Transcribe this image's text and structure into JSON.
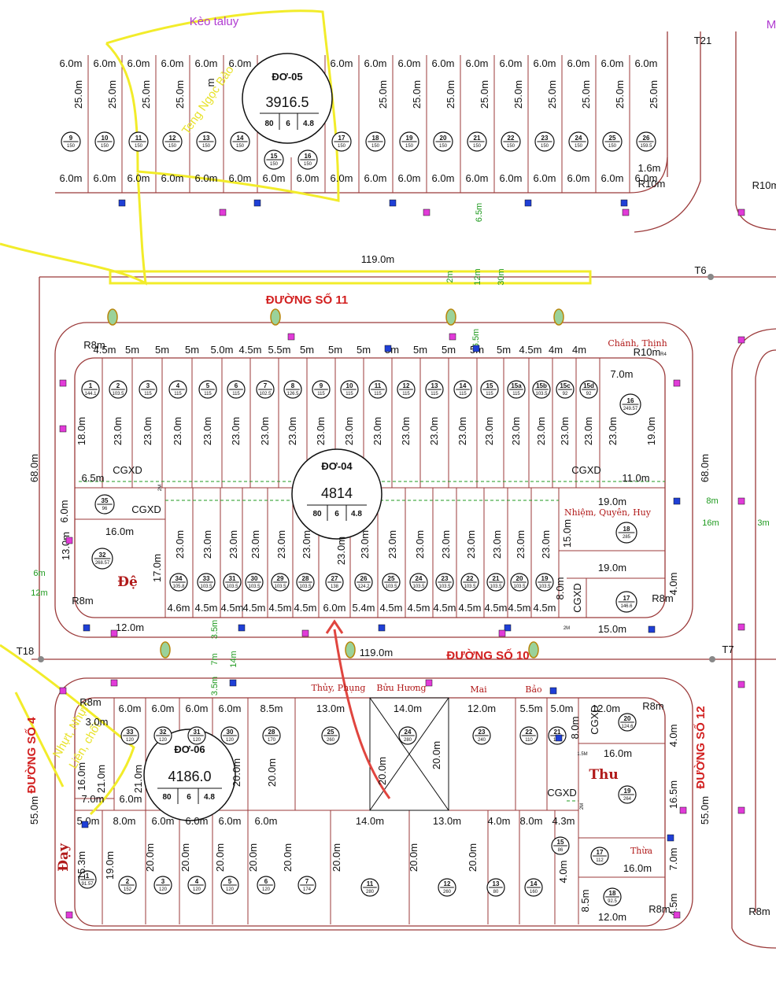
{
  "labels": {
    "top_annotation": "Kèo taluy",
    "handwrite_top": "Teng Ngọc Bảo",
    "road_11": "ĐƯỜNG SỐ 11",
    "road_10": "ĐƯỜNG SỐ 10",
    "road_4": "ĐƯỜNG SỐ 4",
    "road_12": "ĐƯỜNG SỐ 12",
    "hand_left": "Nhựt, Nhựn",
    "hand_left2": "Liên, chốt",
    "t21": "T21",
    "t6": "T6",
    "t7": "T7",
    "t18": "T18",
    "m_corner": "M",
    "dim_119_top": "119.0m",
    "dim_119_mid": "119.0m",
    "dim_68_left": "68.0m",
    "dim_68_right": "68.0m",
    "dim_55_left": "55.0m",
    "dim_55_right": "55.0m",
    "green_65a": "6.5m",
    "green_65b": "6.5m",
    "green_2m": "2m",
    "green_12m": "12m",
    "green_30m": "30m",
    "green_8m": "8m",
    "green_16m": "16m",
    "green_3m": "3m",
    "green_6m": "6m",
    "green_12m_left": "12m",
    "green_35a": "3.5m",
    "green_7m": "7m",
    "green_14m": "14m",
    "green_35b": "3.5m",
    "cgxd": "CGXD",
    "r8m": "R8m",
    "r10m": "R10m",
    "r4": "R4",
    "m2": "2M",
    "m15": "1.5M"
  },
  "owners": {
    "chanh_thinh": "Chánh, Thịnh",
    "nhiem_quyen_huy": "Nhiệm, Quyên, Huy",
    "de": "Đệ",
    "thuy_phung": "Thủy, Phụng",
    "buu_huong": "Bửu Hương",
    "mai": "Mai",
    "bao": "Bảo",
    "thu": "Thu",
    "thua": "Thừa",
    "day": "Đạy"
  },
  "blocks": [
    {
      "code": "ĐƠ-05",
      "area": "3916.5",
      "a": "80",
      "b": "6",
      "c": "4.8"
    },
    {
      "code": "ĐƠ-04",
      "area": "4814",
      "a": "80",
      "b": "6",
      "c": "4.8"
    },
    {
      "code": "ĐƠ-06",
      "area": "4186.0",
      "a": "80",
      "b": "6",
      "c": "4.8"
    }
  ],
  "top_row": {
    "widths": [
      "6.0m",
      "6.0m",
      "6.0m",
      "6.0m",
      "6.0m",
      "6.0m",
      "6.0m",
      "6.0m",
      "6.0m",
      "6.0m",
      "6.0m",
      "6.0m",
      "6.0m",
      "6.0m",
      "6.0m",
      "6.0m",
      "6.0m",
      "6.0m"
    ],
    "depth": "25.0m",
    "lots": [
      {
        "id": "9",
        "area": "150"
      },
      {
        "id": "10",
        "area": "150"
      },
      {
        "id": "11",
        "area": "150"
      },
      {
        "id": "12",
        "area": "150"
      },
      {
        "id": "13",
        "area": "150"
      },
      {
        "id": "14",
        "area": "150"
      },
      {
        "id": "15",
        "area": "150"
      },
      {
        "id": "16",
        "area": "150"
      },
      {
        "id": "17",
        "area": "150"
      },
      {
        "id": "18",
        "area": "150"
      },
      {
        "id": "19",
        "area": "150"
      },
      {
        "id": "20",
        "area": "150"
      },
      {
        "id": "21",
        "area": "150"
      },
      {
        "id": "22",
        "area": "150"
      },
      {
        "id": "23",
        "area": "150"
      },
      {
        "id": "24",
        "area": "150"
      },
      {
        "id": "25",
        "area": "150"
      },
      {
        "id": "26",
        "area": "159.5"
      }
    ],
    "corner": "1.6m"
  },
  "mid_top_row": {
    "widths": [
      "4.5m",
      "5m",
      "5m",
      "5m",
      "5.0m",
      "4.5m",
      "5.5m",
      "5m",
      "5m",
      "5m",
      "5m",
      "5m",
      "5m",
      "5m",
      "5m",
      "4.5m",
      "4m",
      "4m"
    ],
    "depth": "23.0m",
    "lots": [
      {
        "id": "1",
        "area": "144.1"
      },
      {
        "id": "2",
        "area": "103.5"
      },
      {
        "id": "3",
        "area": "115"
      },
      {
        "id": "4",
        "area": "115"
      },
      {
        "id": "5",
        "area": "115"
      },
      {
        "id": "6",
        "area": "115"
      },
      {
        "id": "7",
        "area": "102.5"
      },
      {
        "id": "8",
        "area": "126.5"
      },
      {
        "id": "9",
        "area": "115"
      },
      {
        "id": "10",
        "area": "115"
      },
      {
        "id": "11",
        "area": "115"
      },
      {
        "id": "12",
        "area": "115"
      },
      {
        "id": "13",
        "area": "115"
      },
      {
        "id": "14",
        "area": "115"
      },
      {
        "id": "15",
        "area": "115"
      },
      {
        "id": "15a",
        "area": "115"
      },
      {
        "id": "15b",
        "area": "103.5"
      },
      {
        "id": "15c",
        "area": "92"
      },
      {
        "id": "15d",
        "area": "92"
      }
    ],
    "lot16": {
      "id": "16",
      "area": "249.57"
    },
    "d7": "7.0m",
    "d18": "18.0m",
    "d19": "19.0m",
    "d65": "6.5m",
    "d11": "11.0m"
  },
  "mid_bottom_row": {
    "widths": [
      "4.6m",
      "4.5m",
      "4.5m",
      "4.5m",
      "4.5m",
      "4.5m",
      "6.0m",
      "5.4m",
      "4.5m",
      "4.5m",
      "4.5m",
      "4.5m",
      "4.5m",
      "4.5m",
      "4.5m"
    ],
    "depth": "23.0m",
    "lots": [
      {
        "id": "34",
        "area": "105.8"
      },
      {
        "id": "33",
        "area": "103.5"
      },
      {
        "id": "31",
        "area": "103.5"
      },
      {
        "id": "30",
        "area": "103.5"
      },
      {
        "id": "29",
        "area": "103.5"
      },
      {
        "id": "28",
        "area": "103.5"
      },
      {
        "id": "27",
        "area": "138"
      },
      {
        "id": "26",
        "area": "124.2"
      },
      {
        "id": "25",
        "area": "103.5"
      },
      {
        "id": "24",
        "area": "103.5"
      },
      {
        "id": "23",
        "area": "103.5"
      },
      {
        "id": "22",
        "area": "103.5"
      },
      {
        "id": "21",
        "area": "103.5"
      },
      {
        "id": "20",
        "area": "103.5"
      },
      {
        "id": "19",
        "area": "103.5"
      }
    ],
    "lot35": {
      "id": "35",
      "area": "96"
    },
    "lot32": {
      "id": "32",
      "area": "268.57"
    },
    "lot18": {
      "id": "18",
      "area": "285"
    },
    "lot17": {
      "id": "17",
      "area": "146.6"
    },
    "d16": "16.0m",
    "d17": "17.0m",
    "d13": "13.0m",
    "d6": "6.0m",
    "d12": "12.0m",
    "d19a": "19.0m",
    "d19b": "19.0m",
    "d15": "15.0m",
    "d15b": "15.0m",
    "d4": "4.0m",
    "d8": "8.0m"
  },
  "bottom_block": {
    "top_widths": [
      "6.0m",
      "6.0m",
      "6.0m",
      "6.0m",
      "8.5m",
      "13.0m",
      "14.0m",
      "12.0m",
      "5.5m",
      "5.0m",
      "12.0m"
    ],
    "bottom_widths": [
      "5.0m",
      "8.0m",
      "6.0m",
      "6.0m",
      "6.0m",
      "6.0m",
      "14.0m",
      "13.0m",
      "4.0m",
      "8.0m",
      "4.3m"
    ],
    "top_lots": [
      {
        "id": "33",
        "area": "120"
      },
      {
        "id": "32",
        "area": "120"
      },
      {
        "id": "31",
        "area": "120"
      },
      {
        "id": "30",
        "area": "120"
      },
      {
        "id": "28",
        "area": "170"
      },
      {
        "id": "25",
        "area": "260"
      },
      {
        "id": "24",
        "area": "280"
      },
      {
        "id": "23",
        "area": "240"
      },
      {
        "id": "22",
        "area": "110"
      },
      {
        "id": "21",
        "area": "100"
      },
      {
        "id": "20",
        "area": "124.6"
      },
      {
        "id": "19",
        "area": "264"
      }
    ],
    "bottom_lots": [
      {
        "id": "1",
        "area": "91.57"
      },
      {
        "id": "2",
        "area": "152"
      },
      {
        "id": "3",
        "area": "120"
      },
      {
        "id": "4",
        "area": "120"
      },
      {
        "id": "5",
        "area": "120"
      },
      {
        "id": "6",
        "area": "120"
      },
      {
        "id": "7",
        "area": "174"
      },
      {
        "id": "11",
        "area": "280"
      },
      {
        "id": "12",
        "area": "260"
      },
      {
        "id": "13",
        "area": "80"
      },
      {
        "id": "14",
        "area": "160"
      },
      {
        "id": "15",
        "area": "86"
      },
      {
        "id": "17",
        "area": "112"
      },
      {
        "id": "18",
        "area": "92.5"
      }
    ],
    "d20": "20.0m",
    "d21": "21.0m",
    "d16": "16.0m",
    "d7": "7.0m",
    "d153": "15.3m",
    "d19": "19.0m",
    "d16b": "16.0m",
    "d165": "16.5m",
    "d4": "4.0m",
    "d7b": "7.0m",
    "d45": "4.5m",
    "d85": "8.5m",
    "d12": "12.0m",
    "d16c": "16.0m",
    "d4b": "4.0m",
    "d8": "8.0m",
    "d3": "3.0m",
    "d6": "6.0m"
  },
  "colors": {
    "line": "#9b3a3a",
    "road_text": "#d21f1f",
    "highlight": "#f2ec2a",
    "arrow": "#e0453f",
    "marker_blue": "#1f3fd6",
    "marker_pink": "#e13bd8"
  }
}
